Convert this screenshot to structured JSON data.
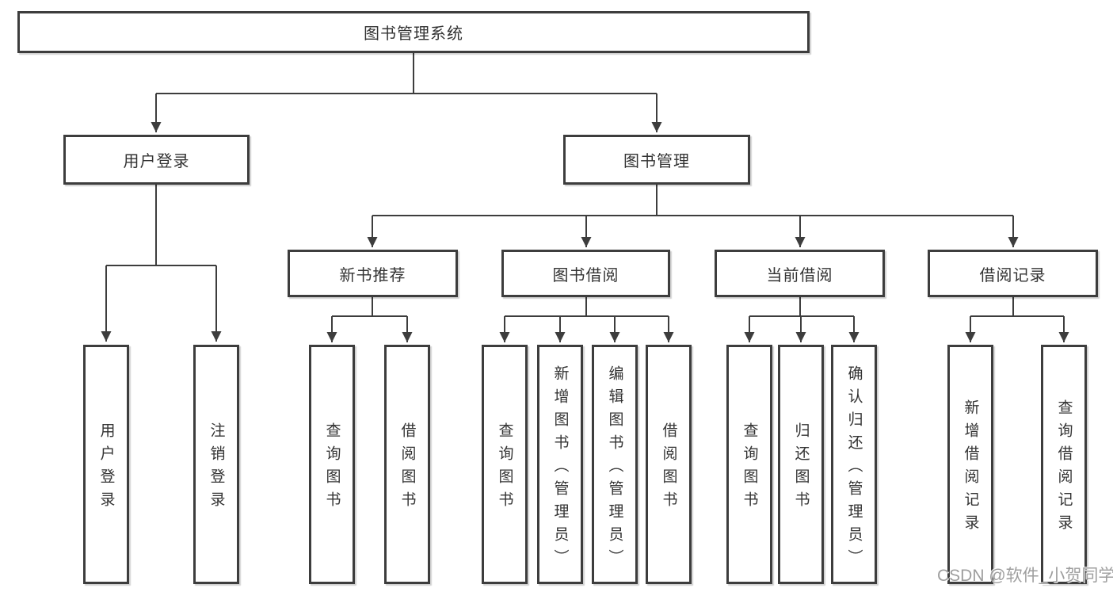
{
  "colors": {
    "line": "#3d3d3d",
    "box_border": "#3d3d3d",
    "box_fill": "#ffffff",
    "text": "#333333",
    "watermark": "#9e9e9e"
  },
  "nodes": {
    "root": "图书管理系统",
    "user_login": "用户登录",
    "book_mgmt": "图书管理",
    "new_book_rec": "新书推荐",
    "book_borrow": "图书借阅",
    "current_borrow": "当前借阅",
    "borrow_record": "借阅记录",
    "leaf_user_login": "用户登录",
    "leaf_logout": "注销登录",
    "leaf_nbr_query": "查询图书",
    "leaf_nbr_borrow": "借阅图书",
    "leaf_bb_query": "查询图书",
    "leaf_bb_add": "新增图书（管理员）",
    "leaf_bb_edit": "编辑图书（管理员）",
    "leaf_bb_borrow": "借阅图书",
    "leaf_cb_query": "查询图书",
    "leaf_cb_return": "归还图书",
    "leaf_cb_confirm": "确认归还（管理员）",
    "leaf_br_add": "新增借阅记录",
    "leaf_br_query": "查询借阅记录"
  },
  "watermark": "CSDN @软件_小贺同学"
}
